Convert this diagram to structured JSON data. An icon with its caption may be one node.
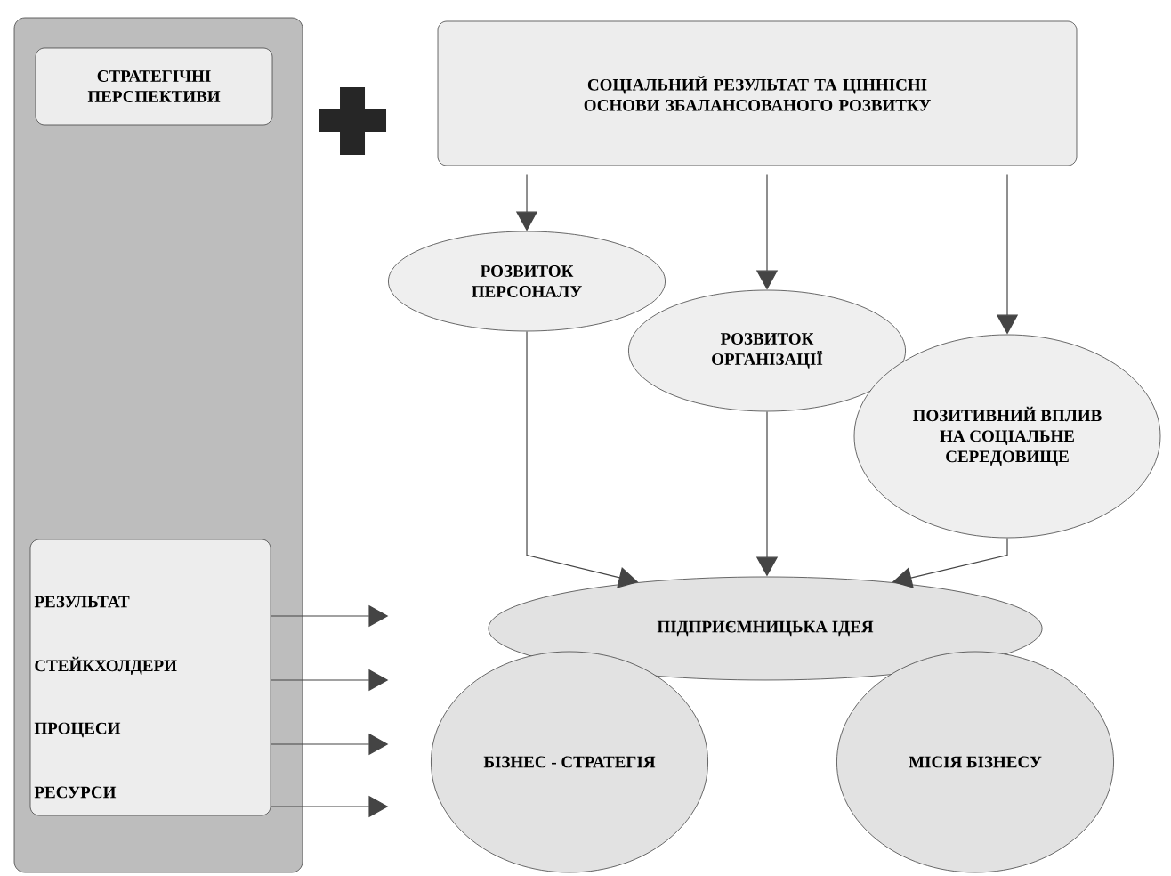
{
  "diagram": {
    "nodes": [
      {
        "text": [],
        "shape": "box"
      },
      {
        "text": [
          "СТРАТЕГІЧНІ ПЕРСПЕКТИВИ"
        ],
        "in": 0
      },
      {
        "text": [
          "РЕЗУЛЬТАТ",
          "СТЕЙКХОЛДЕРИ",
          "ПРОЦЕСИ",
          "РЕСУРСИ"
        ],
        "in": 0
      },
      {
        "text": [
          "СОЦІАЛЬНИЙ РЕЗУЛЬТАТ ТА ЦІННІСНІ ОСНОВИ ЗБАЛАНСОВАНОГО РОЗВИТКУ"
        ]
      },
      {
        "text": [
          "РОЗВИТОК ПЕРСОНАЛУ"
        ]
      },
      {
        "text": [
          "РОЗВИТОК ОРГАНІЗАЦІЇ"
        ]
      },
      {
        "text": [
          "ПОЗИТИВНИЙ ВПЛИВ НА СОЦІАЛЬНЕ СЕРЕДОВИЩЕ"
        ]
      },
      {
        "text": [
          "ПІДПРИЄМНИЦЬКА ІДЕЯ"
        ]
      },
      {
        "text": [
          "БІЗНЕС - СТРАТЕГІЯ"
        ]
      },
      {
        "text": [
          "МІСІЯ БІЗНЕСУ"
        ]
      }
    ],
    "edges": [
      {
        "from": 3,
        "to": 4,
        "arrow": "to"
      },
      {
        "from": 3,
        "to": 5,
        "arrow": "to"
      },
      {
        "from": 3,
        "to": 6,
        "arrow": "to"
      },
      {
        "from": 4,
        "to": 7,
        "arrow": "to"
      },
      {
        "from": 5,
        "to": 7,
        "arrow": "to"
      },
      {
        "from": 6,
        "to": 7,
        "arrow": "to"
      },
      {
        "from": 2,
        "to": null,
        "arrow": "to"
      },
      {
        "from": 2,
        "to": null,
        "arrow": "to"
      },
      {
        "from": 2,
        "to": null,
        "arrow": "to"
      },
      {
        "from": 2,
        "to": null,
        "arrow": "to"
      }
    ]
  }
}
